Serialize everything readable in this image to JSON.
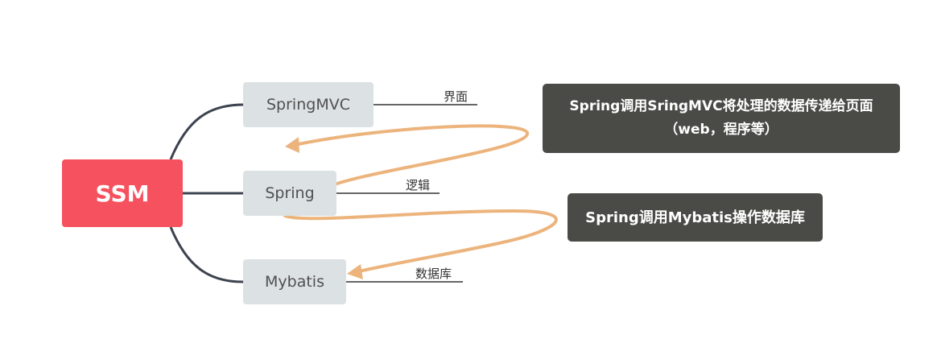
{
  "root": {
    "label": "SSM",
    "color": "#f5515f"
  },
  "children": [
    {
      "label": "SpringMVC",
      "relation": "界面"
    },
    {
      "label": "Spring",
      "relation": "逻辑"
    },
    {
      "label": "Mybatis",
      "relation": "数据库"
    }
  ],
  "callouts": [
    {
      "text": "Spring调用SringMVC将处理的数据传递给页面（web，程序等）"
    },
    {
      "text": "Spring调用Mybatis操作数据库"
    }
  ],
  "colors": {
    "connector": "#3d434f",
    "relation_arrow": "#ecb47c",
    "child_fill": "#dce1e3",
    "callout_fill": "#4a4a46"
  }
}
